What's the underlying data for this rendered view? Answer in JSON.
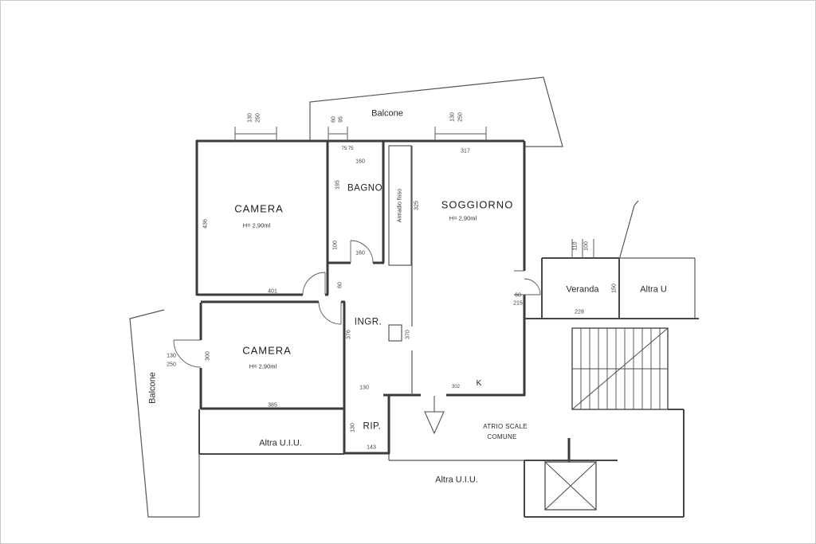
{
  "drawing": {
    "rooms": {
      "camera1": {
        "name": "CAMERA",
        "height": "H= 2,90ml"
      },
      "camera2": {
        "name": "CAMERA",
        "height": "H= 2,90ml"
      },
      "bagno": {
        "name": "BAGNO"
      },
      "soggiorno": {
        "name": "SOGGIORNO",
        "height": "H= 2,90ml"
      },
      "ingresso": {
        "name": "INGR."
      },
      "ripostiglio": {
        "name": "RIP."
      },
      "veranda": {
        "name": "Veranda"
      },
      "armadio": {
        "name": "Armadio fisso"
      },
      "cucina": {
        "name": "K"
      }
    },
    "external": {
      "balcone_top": "Balcone",
      "balcone_left": "Balcone",
      "altra_uiu_left": "Altra U.I.U.",
      "altra_uiu_bottom": "Altra U.I.U.",
      "altra_uiu_right": "Altra U",
      "atrio_line1": "ATRIO SCALE",
      "atrio_line2": "COMUNE"
    },
    "dimensions": {
      "win1_w": "130",
      "win1_h": "250",
      "win2_w": "60",
      "win2_h": "95",
      "win3_w": "130",
      "win3_h": "250",
      "sog_top": "317",
      "bagno_top": "160",
      "bagno_small": "75  75",
      "cam1_left": "436",
      "bagno_left_up": "195",
      "bagno_left_dn": "100",
      "sog_left": "325",
      "bagno_bottom": "160",
      "cam1_bottom": "401",
      "hall_door": "60",
      "hall_left": "376",
      "hall_right": "370",
      "cam2_left": "300",
      "door_left_w": "130",
      "door_left_h": "250",
      "cam2_bottom": "385",
      "ingresso_w": "130",
      "rip_left": "130",
      "rip_bottom": "143",
      "door_right_w": "60",
      "door_right_h": "215",
      "veranda_bottom": "228",
      "veranda_top1": "110",
      "veranda_top2": "100",
      "veranda_right": "150",
      "k_dim": "302"
    },
    "colors": {
      "wall": "#3b3b3b",
      "thin": "#555555",
      "text": "#2e2e2e"
    }
  }
}
